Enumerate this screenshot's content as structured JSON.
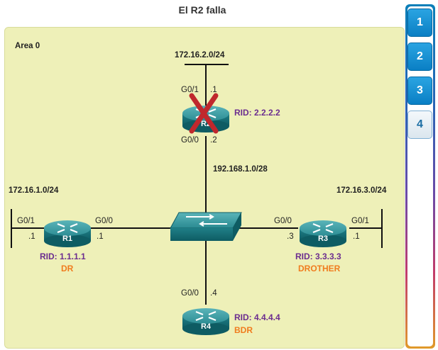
{
  "title": "El R2 falla",
  "area_label": "Area 0",
  "networks": {
    "top": "172.16.2.0/24",
    "left": "172.16.1.0/24",
    "right": "172.16.3.0/24",
    "center": "192.168.1.0/28"
  },
  "routers": {
    "r1": {
      "name": "R1",
      "rid": "RID: 1.1.1.1",
      "role": "DR",
      "if_left": "G0/1",
      "if_left_ip": ".1",
      "if_right": "G0/0",
      "if_right_ip": ".1"
    },
    "r2": {
      "name": "R2",
      "rid": "RID: 2.2.2.2",
      "if_top": "G0/1",
      "if_top_ip": ".1",
      "if_bottom": "G0/0",
      "if_bottom_ip": ".2",
      "status": "failed"
    },
    "r3": {
      "name": "R3",
      "rid": "RID: 3.3.3.3",
      "role": "DROTHER",
      "if_left": "G0/0",
      "if_left_ip": ".3",
      "if_right": "G0/1",
      "if_right_ip": ".1"
    },
    "r4": {
      "name": "R4",
      "rid": "RID: 4.4.4.4",
      "role": "BDR",
      "if_top": "G0/0",
      "if_top_ip": ".4"
    }
  },
  "tabs": [
    {
      "label": "1",
      "active": false
    },
    {
      "label": "2",
      "active": false
    },
    {
      "label": "3",
      "active": false
    },
    {
      "label": "4",
      "active": true
    }
  ],
  "colors": {
    "area_fill": "#eef0b8",
    "rid_text": "#6b2d8f",
    "role_text": "#f07c1e",
    "router": "#2e8c94",
    "fail_x": "#c0282d"
  }
}
